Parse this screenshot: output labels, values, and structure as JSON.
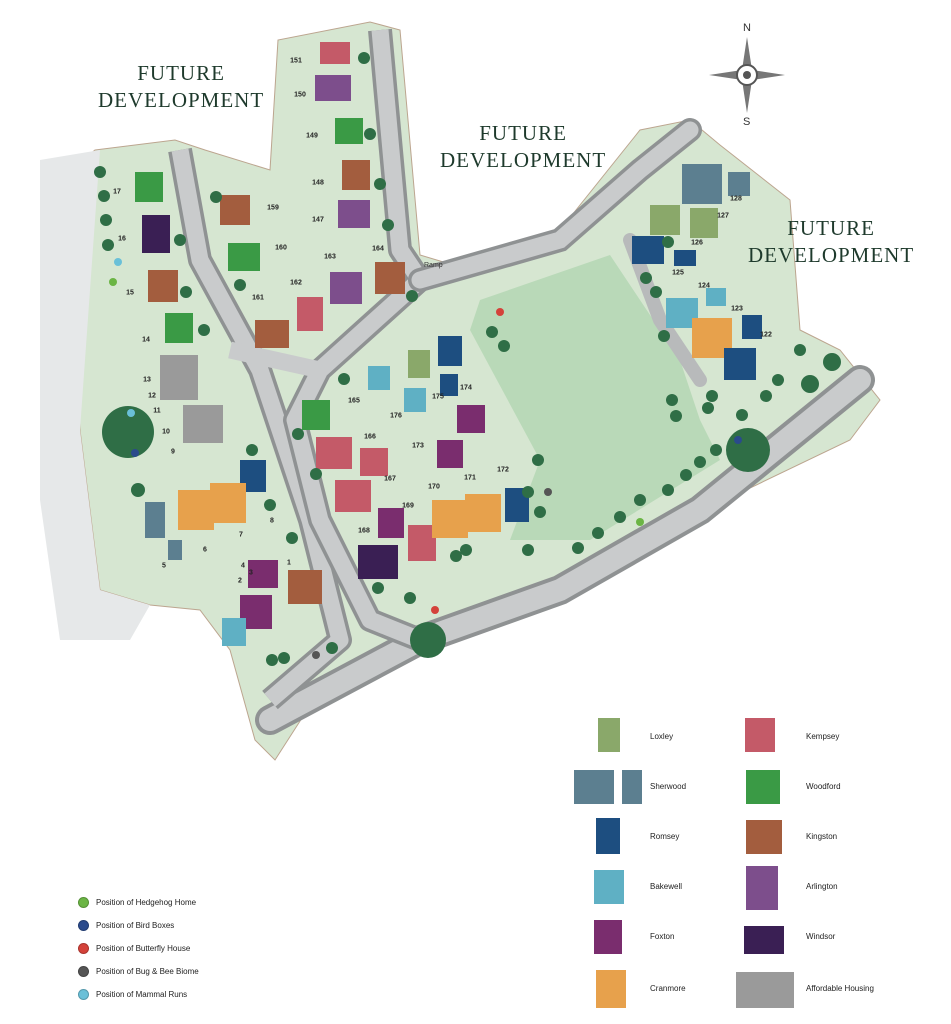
{
  "future_labels": [
    {
      "line1": "FUTURE",
      "line2": "DEVELOPMENT"
    },
    {
      "line1": "FUTURE",
      "line2": "DEVELOPMENT"
    },
    {
      "line1": "FUTURE",
      "line2": "DEVELOPMENT"
    }
  ],
  "compass": {
    "north": "N",
    "south": "S"
  },
  "ramp_label": "Ramp",
  "plots": [
    "151",
    "150",
    "149",
    "148",
    "159",
    "147",
    "160",
    "163",
    "164",
    "161",
    "162",
    "17",
    "16",
    "15",
    "14",
    "13",
    "12",
    "11",
    "10",
    "9",
    "165",
    "176",
    "175",
    "174",
    "166",
    "173",
    "167",
    "170",
    "171",
    "172",
    "169",
    "168",
    "8",
    "7",
    "6",
    "5",
    "4",
    "3",
    "2",
    "1",
    "128",
    "127",
    "126",
    "125",
    "124",
    "123",
    "122"
  ],
  "house_types": [
    {
      "name": "Loxley",
      "color": "#8aa86a"
    },
    {
      "name": "Kempsey",
      "color": "#c45a68"
    },
    {
      "name": "Sherwood",
      "color": "#5c7f90"
    },
    {
      "name": "Woodford",
      "color": "#3a9a45"
    },
    {
      "name": "Romsey",
      "color": "#1d4e80"
    },
    {
      "name": "Kingston",
      "color": "#a35d3e"
    },
    {
      "name": "Bakewell",
      "color": "#5fb0c4"
    },
    {
      "name": "Arlington",
      "color": "#7d4e8c"
    },
    {
      "name": "Foxton",
      "color": "#7a2d6e"
    },
    {
      "name": "Windsor",
      "color": "#3a1f54"
    },
    {
      "name": "Cranmore",
      "color": "#e7a14c"
    },
    {
      "name": "Affordable Housing",
      "color": "#9a9a9a"
    }
  ],
  "legend": [
    {
      "label": "Position of Hedgehog Home",
      "color": "#6bb544"
    },
    {
      "label": "Position of Bird Boxes",
      "color": "#2a4a8c"
    },
    {
      "label": "Position of Butterfly House",
      "color": "#d4423a"
    },
    {
      "label": "Position of Bug & Bee Biome",
      "color": "#555555"
    },
    {
      "label": "Position of Mammal Runs",
      "color": "#6ac0d8"
    }
  ]
}
